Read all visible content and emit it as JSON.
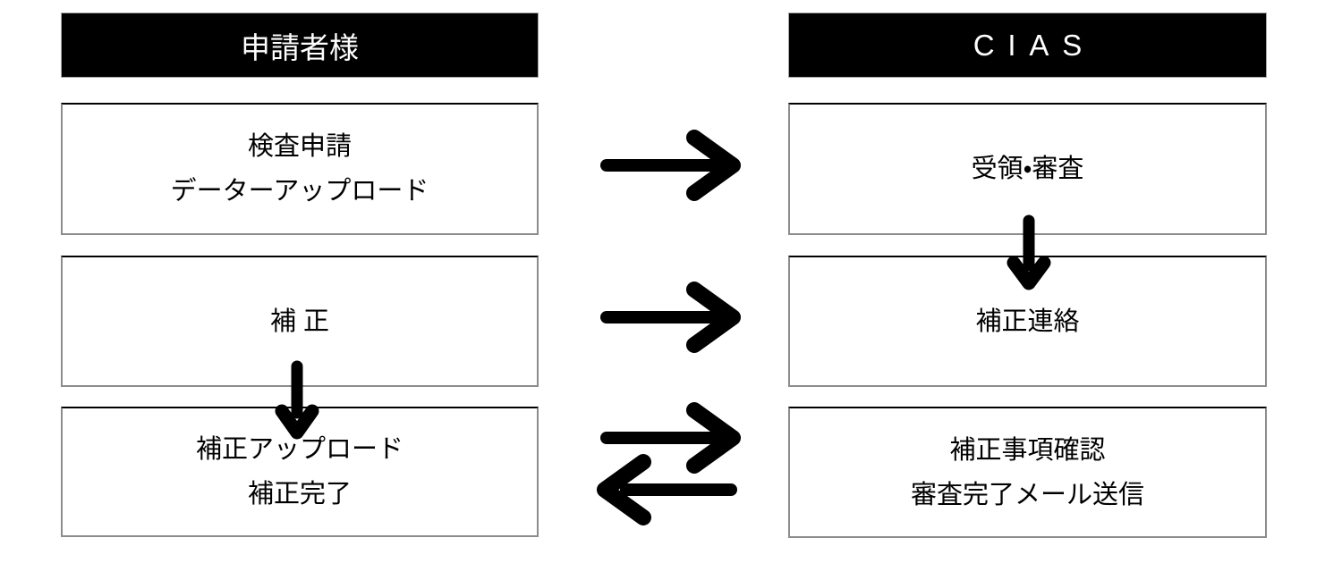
{
  "diagram": {
    "columns": [
      {
        "id": "applicant",
        "header": "申請者様",
        "boxes": [
          {
            "lines": [
              "検査申請",
              "データーアップロード"
            ]
          },
          {
            "lines": [
              "補 正"
            ]
          },
          {
            "lines": [
              "補正アップロード",
              "補正完了"
            ]
          }
        ]
      },
      {
        "id": "cias",
        "header": "CIAS",
        "boxes": [
          {
            "lines": [
              "受領・審査"
            ]
          },
          {
            "lines": [
              "補正連絡"
            ]
          },
          {
            "lines": [
              "補正事項確認",
              "審査完了メール送信"
            ]
          }
        ]
      }
    ],
    "arrows": [
      {
        "name": "apply-to-receive",
        "direction": "right",
        "from": "検査申請 データーアップロード",
        "to": "受領・審査"
      },
      {
        "name": "receive-to-correction-notice",
        "direction": "down",
        "from": "受領・審査",
        "to": "補正連絡"
      },
      {
        "name": "correction-to-notice",
        "direction": "right",
        "from": "補 正",
        "to": "補正連絡"
      },
      {
        "name": "correction-to-upload",
        "direction": "down",
        "from": "補 正",
        "to": "補正アップロード 補正完了"
      },
      {
        "name": "upload-to-confirm",
        "direction": "right",
        "from": "補正アップロード 補正完了",
        "to": "補正事項確認 審査完了メール送信"
      },
      {
        "name": "confirm-to-complete",
        "direction": "left",
        "from": "補正事項確認 審査完了メール送信",
        "to": "補正アップロード 補正完了"
      }
    ],
    "colors": {
      "header_bg": "#000000",
      "header_text": "#ffffff",
      "box_bg": "#ffffff",
      "box_border": "#8c8c8c",
      "box_border_top": "#000000",
      "arrow": "#000000",
      "text": "#000000",
      "background": "#ffffff"
    }
  }
}
